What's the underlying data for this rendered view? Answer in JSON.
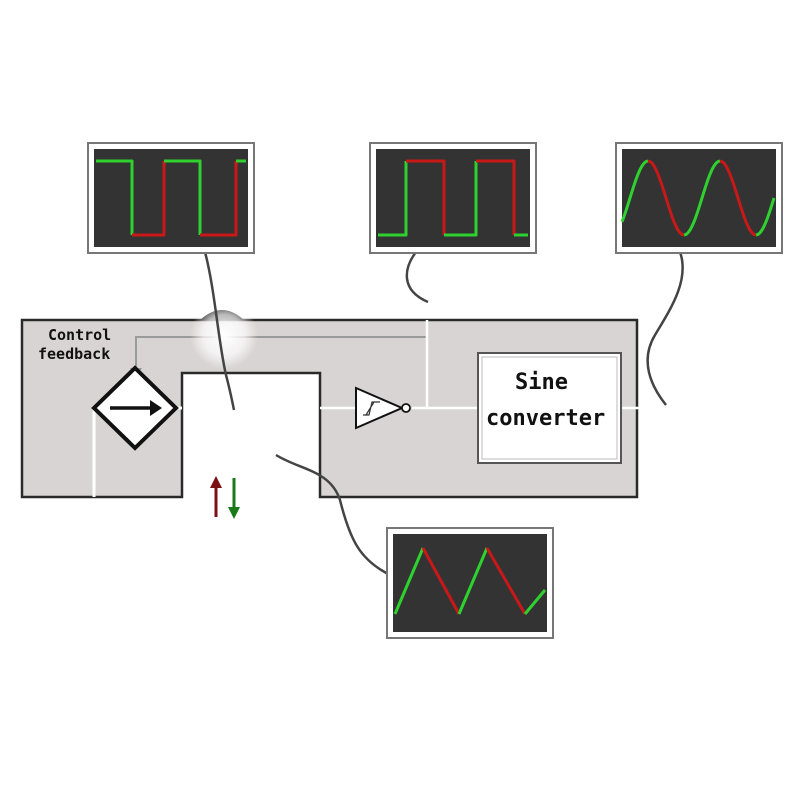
{
  "diagram": {
    "labels": {
      "control_feedback_line1": "Control",
      "control_feedback_line2": "feedback",
      "sine_converter_line1": "Sine",
      "sine_converter_line2": "converter"
    },
    "colors": {
      "block_fill": "#d9d4d4",
      "block_stroke": "#2a2a2a",
      "scope_bg": "#333333",
      "scope_frame": "#6a6a6a",
      "trace_green": "#2ed12e",
      "trace_red": "#c81818",
      "arrow_up": "#7a1010",
      "arrow_down": "#1a7a1a",
      "probe_wire": "#444444"
    },
    "scopes": [
      {
        "id": "scope-integrator-input",
        "waveform": "square"
      },
      {
        "id": "scope-schmitt-output",
        "waveform": "square"
      },
      {
        "id": "scope-sine-output",
        "waveform": "sine"
      },
      {
        "id": "scope-integrator-output",
        "waveform": "triangle"
      }
    ],
    "icons": {
      "diamond_source": "dependent-current-source-icon",
      "schmitt": "schmitt-trigger-icon",
      "direction_arrows": "up-down-arrows-icon"
    }
  }
}
